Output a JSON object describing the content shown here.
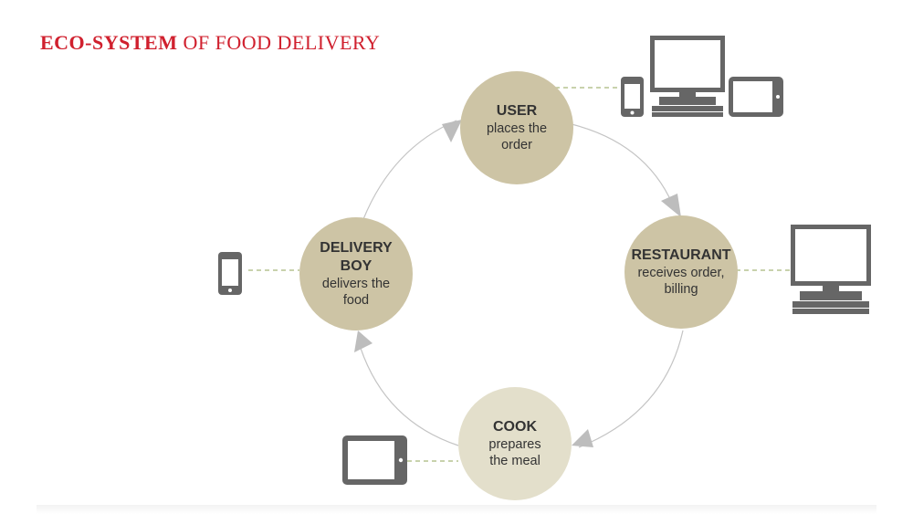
{
  "title": {
    "bold": "ECO-SYSTEM",
    "rest": " OF FOOD DELIVERY"
  },
  "nodes": {
    "user": {
      "title": "USER",
      "line1": "places the",
      "line2": "order"
    },
    "restaurant": {
      "title": "RESTAURANT",
      "line1": "receives order,",
      "line2": "billing"
    },
    "cook": {
      "title": "COOK",
      "line1": "prepares",
      "line2": "the meal"
    },
    "delivery": {
      "title1": "DELIVERY",
      "title2": "BOY",
      "line1": "delivers the",
      "line2": "food"
    }
  },
  "devices": {
    "user": [
      "mobile-icon",
      "desktop-icon",
      "tablet-icon"
    ],
    "restaurant": [
      "desktop-icon"
    ],
    "cook": [
      "tablet-icon"
    ],
    "delivery": [
      "mobile-icon"
    ]
  },
  "colors": {
    "title": "#d0202e",
    "node_dark": "#cdc4a5",
    "node_light": "#e3dfcb",
    "device": "#666666",
    "connector": "#a8b87a",
    "arrow": "#bdbdbd",
    "text": "#333333"
  }
}
